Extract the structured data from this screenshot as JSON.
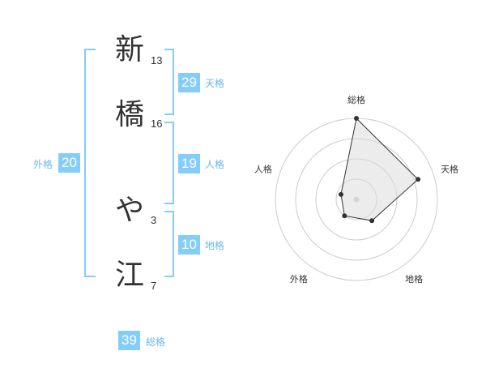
{
  "name": {
    "chars": [
      {
        "char": "新",
        "strokes": "13"
      },
      {
        "char": "橋",
        "strokes": "16"
      },
      {
        "char": "や",
        "strokes": "3"
      },
      {
        "char": "江",
        "strokes": "7"
      }
    ]
  },
  "fortune": {
    "tenkaku": {
      "value": "29",
      "label": "天格"
    },
    "jinkaku": {
      "value": "19",
      "label": "人格"
    },
    "chikaku": {
      "value": "10",
      "label": "地格"
    },
    "gaikaku": {
      "value": "20",
      "label": "外格"
    },
    "soukaku": {
      "value": "39",
      "label": "総格"
    }
  },
  "chart_data": {
    "type": "radar",
    "axes": [
      "総格",
      "天格",
      "地格",
      "外格",
      "人格"
    ],
    "rings": 4,
    "values": [
      4,
      3.2,
      1.3,
      1,
      0.8
    ],
    "max": 4
  }
}
